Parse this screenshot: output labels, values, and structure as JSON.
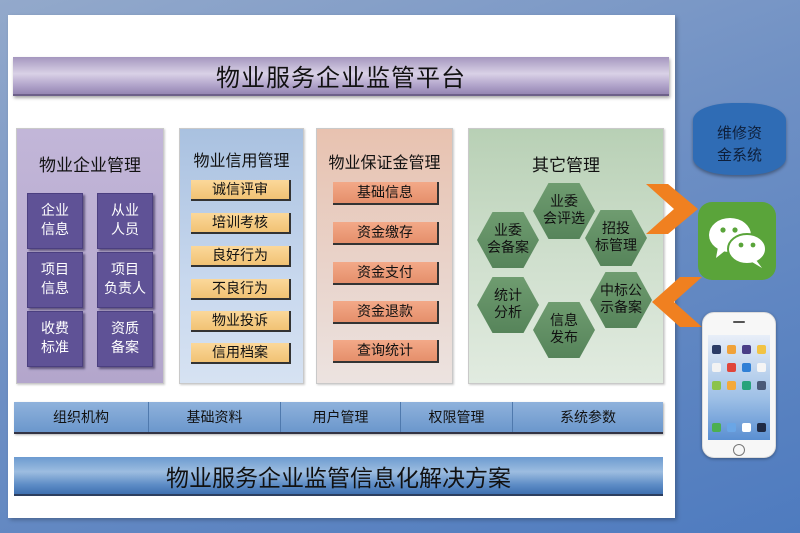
{
  "header": {
    "title": "物业服务企业监管平台"
  },
  "modules": {
    "enterprise": {
      "title": "物业企业管理",
      "tiles": [
        "企业\n信息",
        "从业\n人员",
        "项目\n信息",
        "项目\n负责人",
        "收费\n标准",
        "资质\n备案"
      ]
    },
    "credit": {
      "title": "物业信用管理",
      "items": [
        "诚信评审",
        "培训考核",
        "良好行为",
        "不良行为",
        "物业投诉",
        "信用档案"
      ]
    },
    "deposit": {
      "title": "物业保证金管理",
      "items": [
        "基础信息",
        "资金缴存",
        "资金支付",
        "资金退款",
        "查询统计"
      ]
    },
    "other": {
      "title": "其它管理",
      "hexagons": [
        "业委\n会评选",
        "业委\n会备案",
        "招投\n标管理",
        "统计\n分析",
        "中标公\n示备案",
        "信息\n发布"
      ]
    }
  },
  "bottom_nav": {
    "items": [
      "组织机构",
      "基础资料",
      "用户管理",
      "权限管理",
      "系统参数"
    ]
  },
  "footer": {
    "title": "物业服务企业监管信息化解决方案"
  },
  "external": {
    "maintenance_fund": "维修资\n金系统",
    "wechat_label": "wechat-icon",
    "mobile_label": "smartphone-icon"
  },
  "colors": {
    "background": "#6f90c4",
    "title_bar": "#b3a6cc",
    "enterprise_tile": "#5f5296",
    "credit_item": "#f1c274",
    "deposit_item": "#e58f6b",
    "hexagon": "#628f64",
    "nav_bar": "#7da5d6",
    "footer_bar": "#5d8cc6",
    "cylinder": "#2f6cb5",
    "arrow": "#f08020",
    "wechat": "#5aa43a"
  }
}
